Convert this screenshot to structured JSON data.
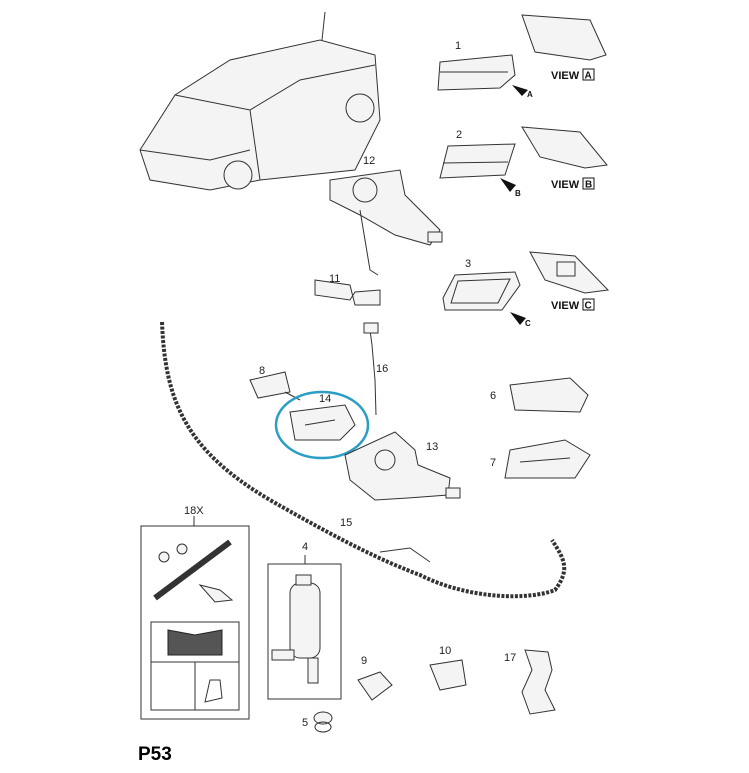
{
  "diagram": {
    "page_code": "P53",
    "views": [
      {
        "label": "VIEW",
        "letter": "A"
      },
      {
        "label": "VIEW",
        "letter": "B"
      },
      {
        "label": "VIEW",
        "letter": "C"
      }
    ],
    "arrow_letters": [
      "A",
      "B",
      "C"
    ],
    "parts": [
      "1",
      "2",
      "3",
      "4",
      "5",
      "6",
      "7",
      "8",
      "9",
      "10",
      "11",
      "12",
      "13",
      "14",
      "15",
      "16",
      "17",
      "18X"
    ],
    "highlight_color": "#2b9ec6"
  }
}
